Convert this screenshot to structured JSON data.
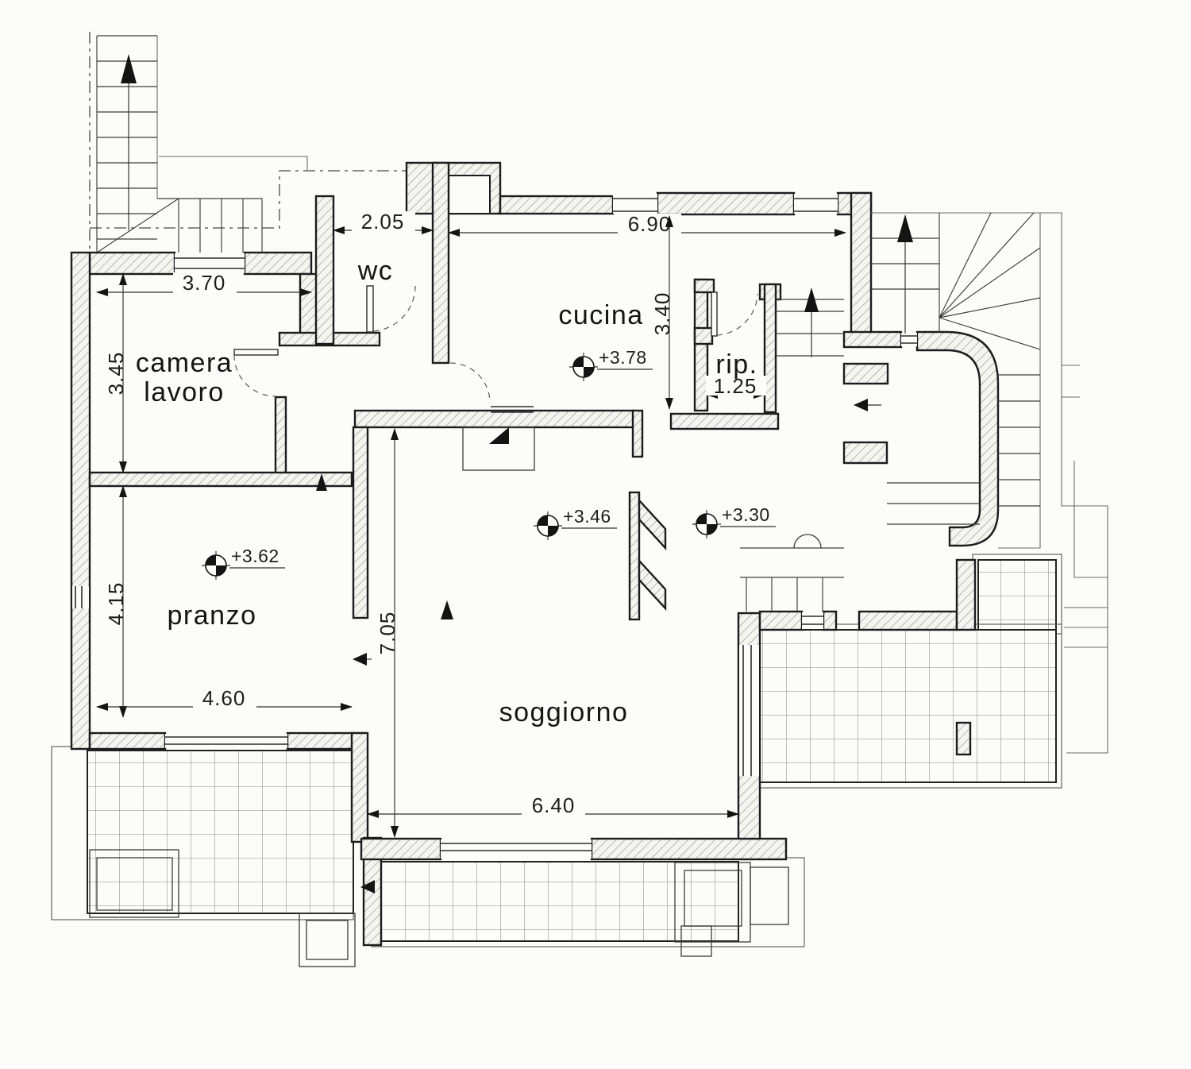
{
  "plan": {
    "rooms": {
      "camera_lavoro_line1": "camera",
      "camera_lavoro_line2": "lavoro",
      "wc": "wc",
      "cucina": "cucina",
      "rip": "rip.",
      "pranzo": "pranzo",
      "soggiorno": "soggiorno"
    },
    "dimensions": {
      "camera_width": "3.70",
      "camera_height": "3.45",
      "wc_width": "2.05",
      "cucina_width": "6.90",
      "cucina_depth": "3.40",
      "rip_width": "1.25",
      "pranzo_height": "4.15",
      "pranzo_width": "4.60",
      "soggiorno_height": "7.05",
      "soggiorno_width": "6.40"
    },
    "elevations": {
      "cucina": "+3.78",
      "pranzo": "+3.62",
      "soggiorno": "+3.46",
      "entry": "+3.30"
    }
  },
  "colors": {
    "paper": "#fcfcfa",
    "ink": "#1c1c1c",
    "wall_hatch": "#909090",
    "thin_line": "#6a6a6a",
    "tile_line": "#606060"
  }
}
